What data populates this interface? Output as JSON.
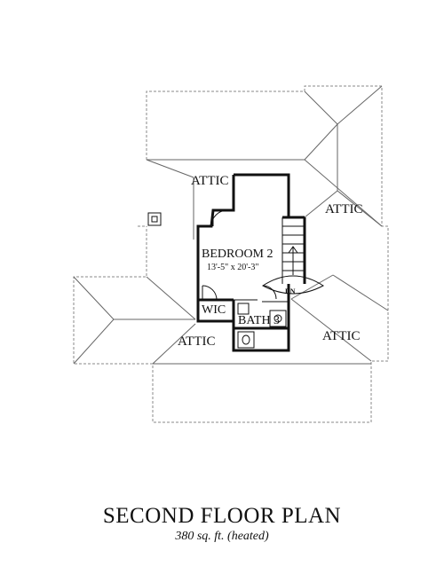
{
  "labels": {
    "attic_top_left": "ATTIC",
    "attic_top_right": "ATTIC",
    "attic_bottom_left": "ATTIC",
    "attic_bottom_right": "ATTIC",
    "bedroom_name": "BEDROOM 2",
    "bedroom_dims": "13'-5\" x 20'-3\"",
    "wic": "WIC",
    "bath": "BATH 3",
    "stair_dn": "DN"
  },
  "title": "SECOND FLOOR PLAN",
  "subtitle": "380 sq. ft. (heated)"
}
